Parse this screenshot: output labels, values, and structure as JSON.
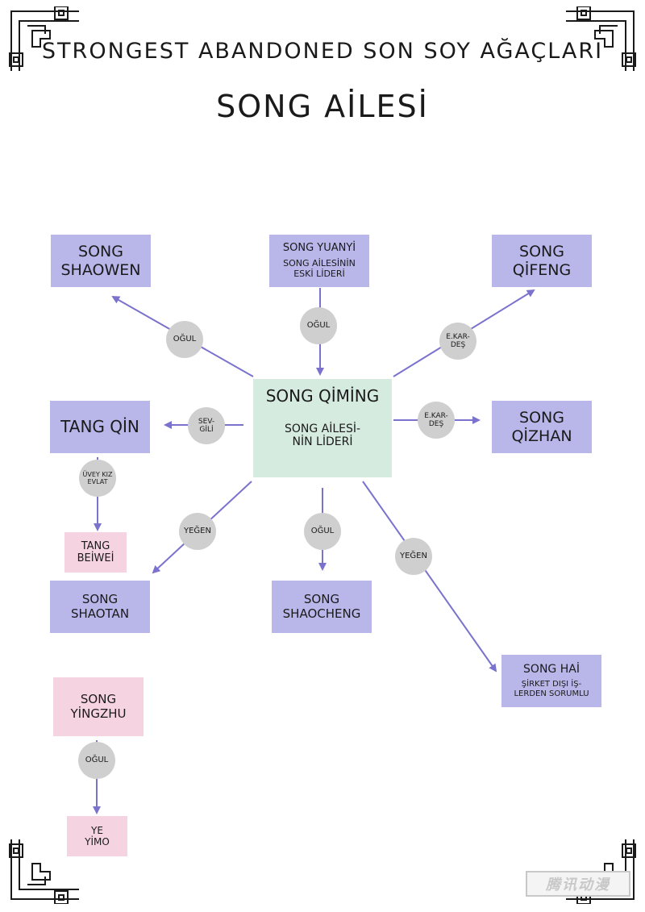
{
  "title": "STRONGEST ABANDONED SON SOY AĞAÇLARI",
  "family": "SONG AİLESİ",
  "nodes": {
    "song_shaowen": [
      "SONG",
      "SHAOWEN"
    ],
    "song_yuanyi": {
      "name": "SONG YUANYİ",
      "desc": [
        "SONG AİLESİNİN",
        "ESKİ LİDERİ"
      ]
    },
    "song_qifeng": [
      "SONG",
      "QİFENG"
    ],
    "song_qiming": {
      "name": "SONG QİMİNG",
      "desc": [
        "SONG AİLESİ-",
        "NİN LİDERİ"
      ]
    },
    "tang_qin": [
      "TANG QİN"
    ],
    "song_qizhan": [
      "SONG",
      "QİZHAN"
    ],
    "tang_beiwei": [
      "TANG",
      "BEİWEİ"
    ],
    "song_shaotan": [
      "SONG",
      "SHAOTAN"
    ],
    "song_shaocheng": [
      "SONG",
      "SHAOCHENG"
    ],
    "song_hai": {
      "name": "SONG HAİ",
      "desc": [
        "ŞİRKET DIŞI İŞ-",
        "LERDEN SORUMLU"
      ]
    },
    "song_yingzhu": [
      "SONG",
      "YİNGZHU"
    ],
    "ye_yimo": [
      "YE",
      "YİMO"
    ]
  },
  "edges": {
    "to_shaowen": [
      "OĞUL"
    ],
    "from_yuanyi": [
      "OĞUL"
    ],
    "to_qifeng": [
      "E.KAR-",
      "DEŞ"
    ],
    "to_tangqin": [
      "SEV-",
      "GİLİ"
    ],
    "to_qizhan": [
      "E.KAR-",
      "DEŞ"
    ],
    "to_beiwei": [
      "ÜVEY KIZ",
      "EVLAT"
    ],
    "to_shaotan": [
      "YEĞEN"
    ],
    "to_shaocheng": [
      "OĞUL"
    ],
    "to_hai": [
      "YEĞEN"
    ],
    "to_yimo": [
      "OĞUL"
    ]
  },
  "watermark": "腾讯动漫",
  "colors": {
    "purple_box": "#b9b7ea",
    "pink_box": "#f6d3e1",
    "green_box": "#d6ebe0",
    "label_circle": "#cfcfcf",
    "arrow": "#7a72cc"
  }
}
